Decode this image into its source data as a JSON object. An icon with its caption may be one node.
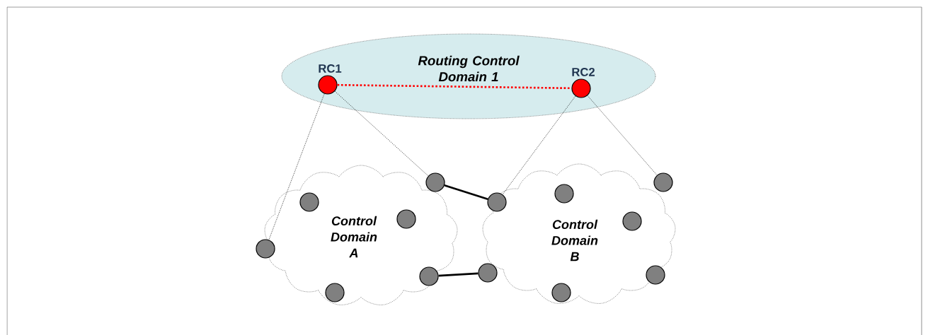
{
  "diagram": {
    "nodes": [
      {
        "text": [
          "Routing Control Domain 1"
        ]
      },
      {
        "text": [
          "RC1"
        ],
        "in": 0
      },
      {
        "text": [
          "RC2"
        ],
        "in": 0
      },
      {
        "text": [
          "Control Domain A"
        ]
      },
      {
        "text": [],
        "shape": "circle",
        "in": 3
      },
      {
        "text": [],
        "shape": "circle",
        "in": 3
      },
      {
        "text": [],
        "shape": "circle",
        "in": 3
      },
      {
        "text": [],
        "shape": "circle",
        "in": 3
      },
      {
        "text": [],
        "shape": "circle",
        "in": 3
      },
      {
        "text": [],
        "shape": "circle",
        "in": 3
      },
      {
        "text": [
          "Control Domain B"
        ]
      },
      {
        "text": [],
        "shape": "circle",
        "in": 10
      },
      {
        "text": [],
        "shape": "circle",
        "in": 10
      },
      {
        "text": [],
        "shape": "circle",
        "in": 10
      },
      {
        "text": [],
        "shape": "circle",
        "in": 10
      },
      {
        "text": [],
        "shape": "circle",
        "in": 10
      },
      {
        "text": [],
        "shape": "circle",
        "in": 10
      },
      {
        "text": [],
        "shape": "circle",
        "in": 10
      }
    ],
    "edges": [
      {
        "from": 1,
        "to": 2,
        "arrow": "none",
        "style": "dashed",
        "color": "#ff0000"
      },
      {
        "from": 1,
        "to": 7,
        "arrow": "none",
        "style": "dashed"
      },
      {
        "from": 1,
        "to": 4,
        "arrow": "none",
        "style": "dashed"
      },
      {
        "from": 2,
        "to": 13,
        "arrow": "none",
        "style": "dashed"
      },
      {
        "from": 2,
        "to": 11,
        "arrow": "none",
        "style": "dashed"
      },
      {
        "from": 4,
        "to": 13,
        "arrow": "none",
        "style": "thick"
      },
      {
        "from": 8,
        "to": 15,
        "arrow": "none",
        "style": "thick"
      }
    ]
  }
}
